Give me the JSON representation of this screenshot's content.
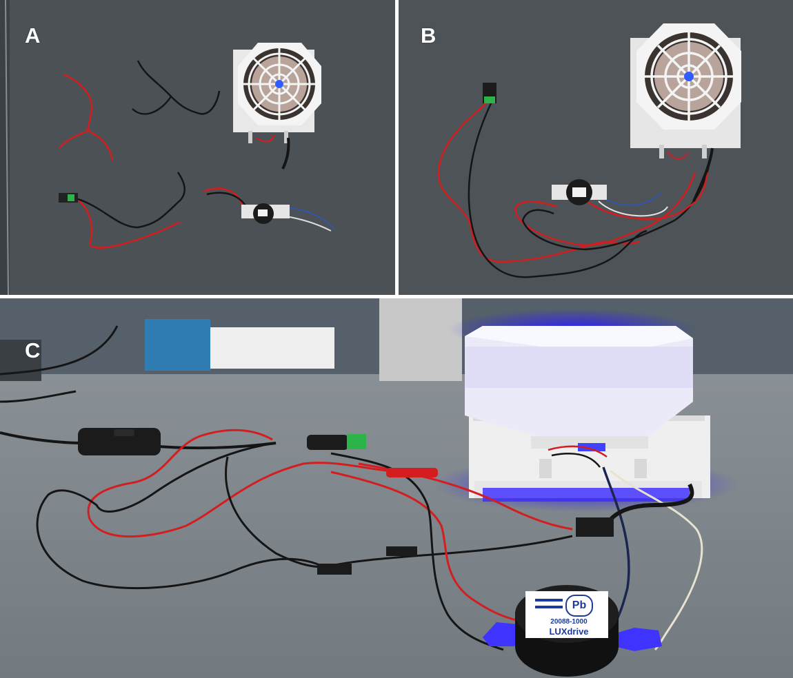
{
  "figure": {
    "panels": [
      {
        "id": "A",
        "label": "A"
      },
      {
        "id": "B",
        "label": "B"
      },
      {
        "id": "C",
        "label": "C"
      }
    ]
  },
  "led_driver": {
    "model_line": "20088-1000",
    "brand": "LUXdrive",
    "logo": "Pb"
  },
  "colors": {
    "bench": "#4b5155",
    "wire_red": "#d31d1f",
    "wire_black": "#151515",
    "housing_white": "#eeeeee",
    "uv_glow": "#4a3cff"
  }
}
